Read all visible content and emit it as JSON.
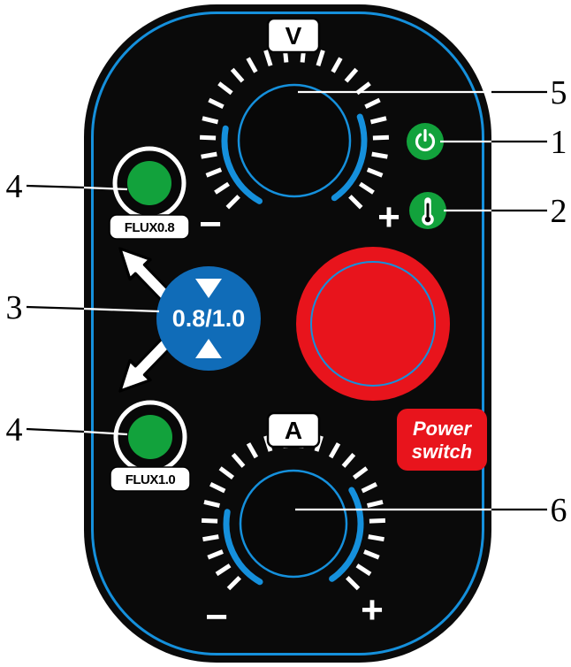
{
  "colors": {
    "panel": "#0a0a0a",
    "accent_blue": "#1590dc",
    "selector_blue": "#106cb8",
    "green": "#12a23c",
    "red": "#e8141c"
  },
  "top_dial": {
    "label": "V",
    "minus": "−",
    "plus": "+"
  },
  "bottom_dial": {
    "label": "A",
    "minus": "−",
    "plus": "+"
  },
  "selector": {
    "label": "0.8/1.0"
  },
  "flux_top": {
    "label": "FLUX0.8"
  },
  "flux_bottom": {
    "label": "FLUX1.0"
  },
  "power_switch": {
    "line1": "Power",
    "line2": "switch"
  },
  "callouts": {
    "c1": "1",
    "c2": "2",
    "c3": "3",
    "c4a": "4",
    "c4b": "4",
    "c5": "5",
    "c6": "6"
  },
  "icons": {
    "power": "⏻",
    "thermometer": "🌡",
    "arrow_up_left": "⬉",
    "arrow_down_left": "⬋",
    "triangle_down": "▼",
    "triangle_up": "▲"
  }
}
